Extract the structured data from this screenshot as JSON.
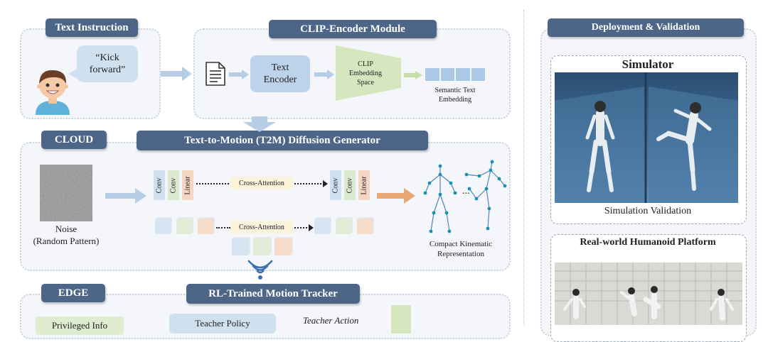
{
  "headers": {
    "text_instruction": "Text Instruction",
    "clip_module": "CLIP-Encoder Module",
    "deployment": "Deployment & Validation",
    "cloud": "CLOUD",
    "t2m": "Text-to-Motion (T2M) Diffusion Generator",
    "edge": "EDGE",
    "rl_tracker": "RL-Trained Motion Tracker"
  },
  "text_instruction": {
    "speech": "“Kick forward”"
  },
  "clip": {
    "text_encoder": "Text Encoder",
    "embedding_space": "CLIP Embedding Space",
    "semantic_embedding": "Semantic Text Embedding"
  },
  "cloud": {
    "noise_label_1": "Noise",
    "noise_label_2": "(Random Pattern)",
    "layers": [
      "Conv",
      "Conv",
      "Linear"
    ],
    "cross_attention": "Cross-Attention",
    "ellipsis": "...",
    "kinematic": "Compact Kinematic Representation"
  },
  "edge": {
    "privileged": "Privileged Info",
    "teacher_policy": "Teacher Policy",
    "teacher_action": "Teacher Action"
  },
  "deployment": {
    "simulator_title": "Simulator",
    "simulation_validation": "Simulation Validation",
    "realworld_title": "Real-world Humanoid Platform"
  },
  "colors": {
    "header_bg": "#4d6688",
    "arrow_blue": "#b7cde6",
    "arrow_orange": "#e9a873",
    "embedding_green": "#d6e7c0",
    "encoder_blue": "#bcd3ea"
  }
}
